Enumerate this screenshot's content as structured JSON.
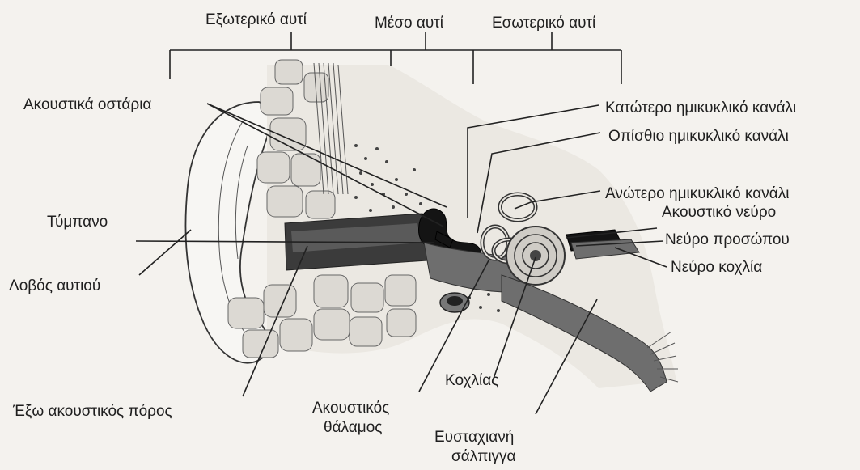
{
  "sections": {
    "outer": "Εξωτερικό αυτί",
    "middle": "Μέσο αυτί",
    "inner": "Εσωτερικό αυτί"
  },
  "labels": {
    "ossicles": "Ακουστικά οστάρια",
    "eardrum": "Τύμπανο",
    "earlobe": "Λοβός αυτιού",
    "ear_canal": "Έξω ακουστικός πόρος",
    "chamber_line1": "Ακουστικός",
    "chamber_line2": "θάλαμος",
    "cochlea": "Κοχλίας",
    "eustachian_line1": "Ευσταχιανή",
    "eustachian_line2": "σάλπιγγα",
    "lower_canal": "Κατώτερο ημικυκλικό κανάλι",
    "posterior_canal": "Οπίσθιο ημικυκλικό κανάλι",
    "upper_canal": "Ανώτερο ημικυκλικό κανάλι",
    "acoustic_nerve": "Ακουστικό νεύρο",
    "facial_nerve": "Νεύρο προσώπου",
    "cochlear_nerve": "Νεύρο κοχλία"
  }
}
